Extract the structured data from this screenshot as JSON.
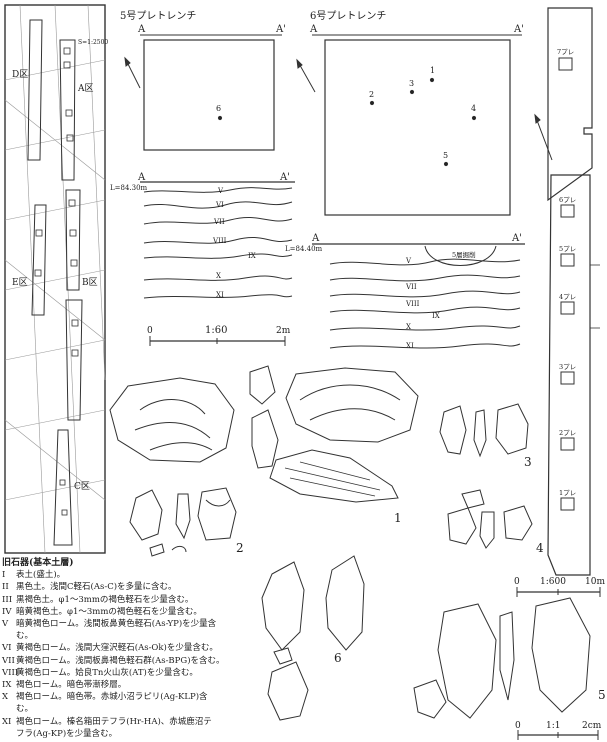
{
  "titles": {
    "trench5": "5号プレトレンチ",
    "trench6": "6号プレトレンチ"
  },
  "section_marks": {
    "a": "A",
    "a_prime": "A'"
  },
  "map": {
    "scale": "S=1:2500",
    "zones": [
      "D区",
      "A区",
      "E区",
      "B区",
      "C区"
    ]
  },
  "trench5": {
    "point": "6",
    "elevation": "L=84.30m",
    "layers": [
      "V",
      "VI",
      "VII",
      "VIII",
      "IX",
      "X",
      "XI"
    ]
  },
  "trench6": {
    "points": [
      "1",
      "2",
      "3",
      "4",
      "5"
    ],
    "elevation": "L=84.40m",
    "disturbance": "5層掘削",
    "layers": [
      "V",
      "VII",
      "VIII",
      "IX",
      "X",
      "XI"
    ]
  },
  "scale_section": {
    "zero": "0",
    "mid": "1:60",
    "end": "2m"
  },
  "pretrenches_top": [
    "7プレ"
  ],
  "pretrenches": [
    "6プレ",
    "5プレ",
    "4プレ",
    "3プレ",
    "2プレ",
    "1プレ"
  ],
  "scale_plan": {
    "zero": "0",
    "mid": "1:600",
    "end": "10m"
  },
  "scale_artifacts": {
    "zero": "0",
    "mid": "1:1",
    "end": "2cm"
  },
  "artifact_numbers": [
    "1",
    "2",
    "3",
    "4",
    "5",
    "6"
  ],
  "stratigraphy": {
    "heading": "旧石器(基本土層)",
    "layers": [
      {
        "num": "I",
        "text": "表土(盛土)。"
      },
      {
        "num": "II",
        "text": "黒色土。浅間C軽石(As-C)を多量に含む。"
      },
      {
        "num": "III",
        "text": "黒褐色土。φ1～3mmの褐色軽石を少量含む。"
      },
      {
        "num": "IV",
        "text": "暗黄褐色土。φ1～3mmの褐色軽石を少量含む。"
      },
      {
        "num": "V",
        "text": "暗黄褐色ローム。浅間板鼻黄色軽石(As-YP)を少量含"
      },
      {
        "num": "",
        "text": "む。"
      },
      {
        "num": "VI",
        "text": "黄褐色ローム。浅間大窪沢軽石(As-Ok)を少量含む。"
      },
      {
        "num": "VII",
        "text": "黄褐色ローム。浅間板鼻褐色軽石群(As-BPG)を含む。"
      },
      {
        "num": "VIII",
        "text": "黄褐色ローム。姶良Tn火山灰(AT)を少量含む。"
      },
      {
        "num": "IX",
        "text": "褐色ローム。暗色帯漸移層。"
      },
      {
        "num": "X",
        "text": "褐色ローム。暗色帯。赤城小沼ラピリ(Ag-KLP)含"
      },
      {
        "num": "",
        "text": "む。"
      },
      {
        "num": "XI",
        "text": "褐色ローム。榛名箱田テフラ(Hr-HA)、赤城鹿沼テ"
      },
      {
        "num": "",
        "text": "フラ(Ag-KP)を少量含む。"
      }
    ]
  }
}
